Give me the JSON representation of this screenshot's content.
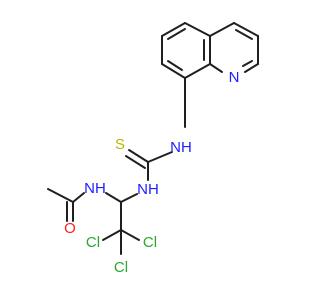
{
  "molecule": {
    "atoms": {
      "quinoline_n": "N",
      "thioamide_nh": "NH",
      "thione_s": "S",
      "amine_nh": "NH",
      "amide_nh": "NH",
      "carbonyl_o": "O",
      "cl_left": "Cl",
      "cl_right": "Cl",
      "cl_bottom": "Cl"
    },
    "colors": {
      "bond": "#1f1f1f",
      "nitrogen": "#2020ff",
      "oxygen": "#ff1f1f",
      "sulfur": "#b8b800",
      "chlorine": "#2ea52e"
    }
  }
}
